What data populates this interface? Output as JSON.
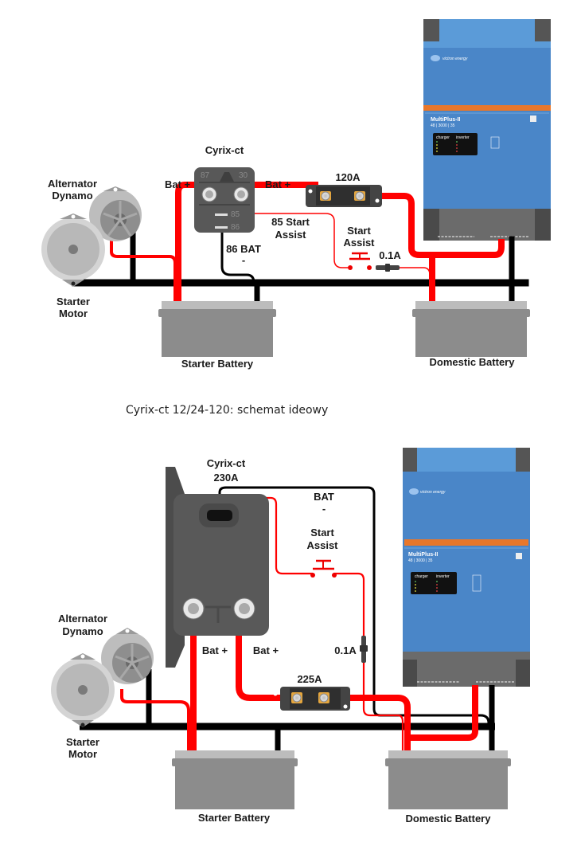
{
  "caption": "Cyrix-ct 12/24-120: schemat ideowy",
  "colors": {
    "positive_wire": "#ff0000",
    "negative_wire": "#000000",
    "multiplus_blue": "#4a86c8",
    "multiplus_top": "#5b9bd8",
    "orange_band": "#e8772b",
    "device_dark": "#5a5a5a",
    "battery_gray": "#8c8c8c"
  },
  "diagram_top": {
    "relay_title": "Cyrix-ct",
    "pins": {
      "p87": "87",
      "p30": "30",
      "p85": "85",
      "p86": "86"
    },
    "bat_plus_left": "Bat +",
    "bat_plus_right": "Bat +",
    "fuse_main": "120A",
    "pin85_label_line1": "85 Start",
    "pin85_label_line2": "Assist",
    "pin86_label_line1": "86 BAT",
    "pin86_label_line2": "-",
    "switch_label_line1": "Start",
    "switch_label_line2": "Assist",
    "fuse_small": "0.1A",
    "alternator_line1": "Alternator",
    "alternator_line2": "Dynamo",
    "starter_line1": "Starter",
    "starter_line2": "Motor",
    "starter_battery": "Starter Battery",
    "domestic_battery": "Domestic Battery"
  },
  "diagram_bottom": {
    "relay_title_line1": "Cyrix-ct",
    "relay_title_line2": "230A",
    "bat_minus_line1": "BAT",
    "bat_minus_line2": "-",
    "switch_label_line1": "Start",
    "switch_label_line2": "Assist",
    "fuse_small": "0.1A",
    "bat_plus_left": "Bat +",
    "bat_plus_right": "Bat +",
    "fuse_main": "225A",
    "alternator_line1": "Alternator",
    "alternator_line2": "Dynamo",
    "starter_line1": "Starter",
    "starter_line2": "Motor",
    "starter_battery": "Starter Battery",
    "domestic_battery": "Domestic Battery"
  },
  "multiplus": {
    "brand": "victron energy",
    "model": "MultiPlus-II",
    "spec": "48 | 3000 | 35",
    "panel_left_title": "charger",
    "panel_right_title": "inverter"
  }
}
